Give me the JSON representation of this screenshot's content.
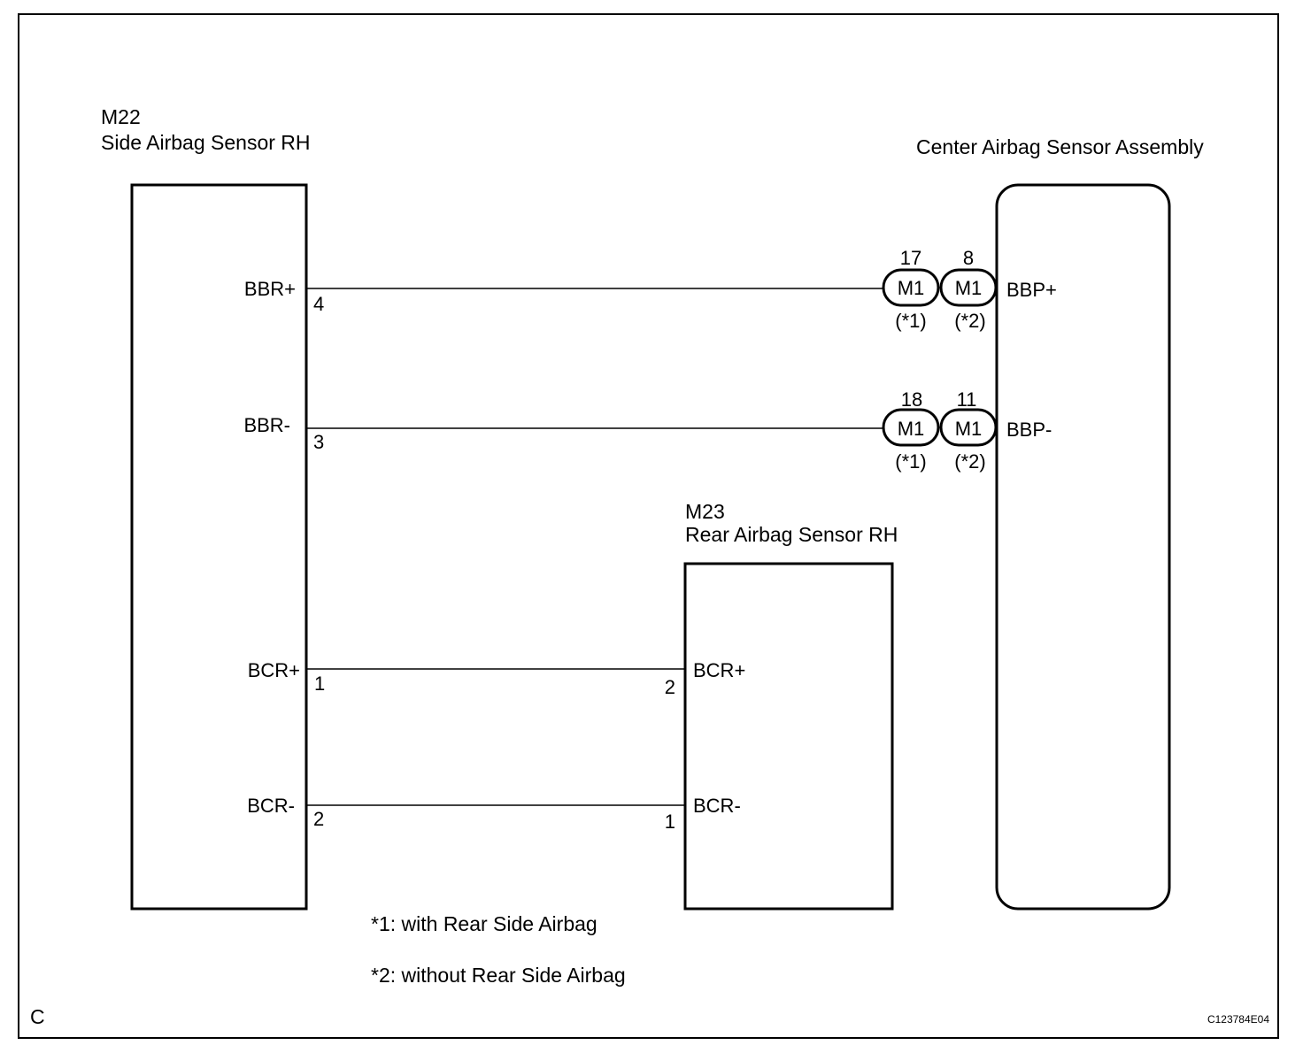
{
  "side_sensor": {
    "code": "M22",
    "name": "Side Airbag Sensor RH"
  },
  "center_sensor": {
    "name": "Center Airbag Sensor Assembly"
  },
  "rear_sensor": {
    "code": "M23",
    "name": "Rear Airbag Sensor RH"
  },
  "wires": [
    {
      "from_label": "BBR+",
      "from_pin": "4",
      "to_label": "BBP+",
      "connectors": [
        {
          "pin": "17",
          "code": "M1",
          "note": "(*1)"
        },
        {
          "pin": "8",
          "code": "M1",
          "note": "(*2)"
        }
      ]
    },
    {
      "from_label": "BBR-",
      "from_pin": "3",
      "to_label": "BBP-",
      "connectors": [
        {
          "pin": "18",
          "code": "M1",
          "note": "(*1)"
        },
        {
          "pin": "11",
          "code": "M1",
          "note": "(*2)"
        }
      ]
    },
    {
      "from_label": "BCR+",
      "from_pin": "1",
      "to_label": "BCR+",
      "to_pin": "2"
    },
    {
      "from_label": "BCR-",
      "from_pin": "2",
      "to_label": "BCR-",
      "to_pin": "1"
    }
  ],
  "notes": [
    "*1: with Rear Side Airbag",
    "*2: without Rear Side Airbag"
  ],
  "corner_letter": "C",
  "figure_code": "C123784E04"
}
